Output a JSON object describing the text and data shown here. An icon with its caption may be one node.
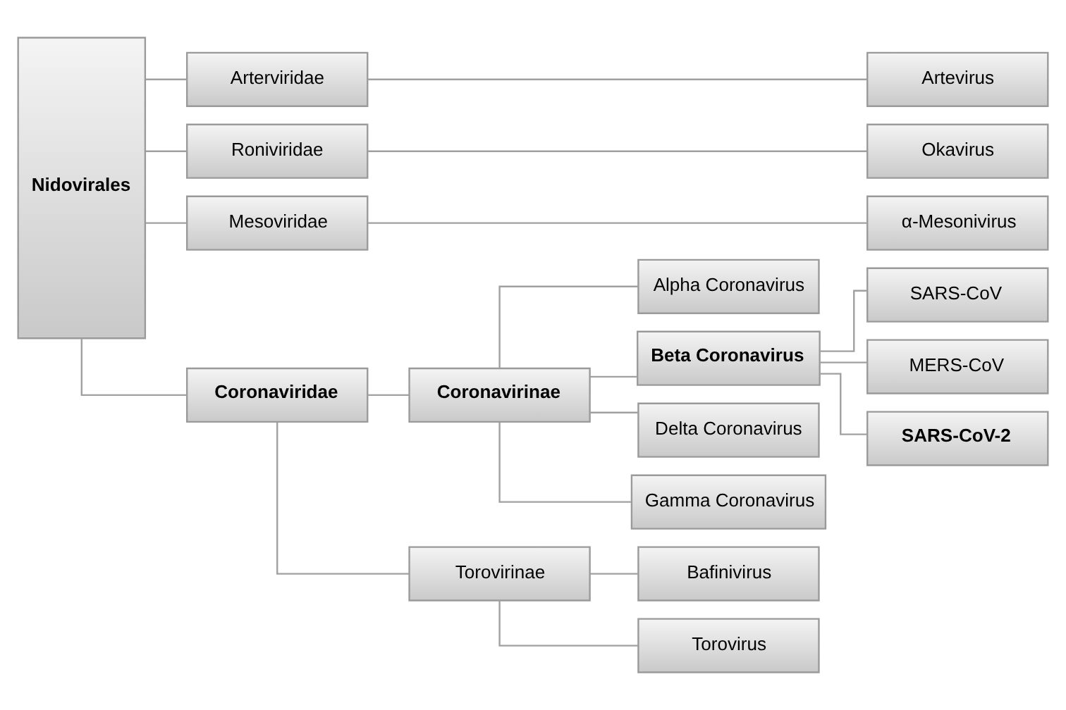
{
  "diagram": {
    "nodes": [
      {
        "text": [
          "Nidovirales"
        ]
      },
      {
        "text": [
          "Arterviridae"
        ]
      },
      {
        "text": [
          "Roniviridae"
        ]
      },
      {
        "text": [
          "Mesoviridae"
        ]
      },
      {
        "text": [
          "Coronaviridae"
        ]
      },
      {
        "text": [
          "Artevirus"
        ]
      },
      {
        "text": [
          "Okavirus"
        ]
      },
      {
        "text": [
          "α-Mesonivirus"
        ]
      },
      {
        "text": [
          "Coronavirinae"
        ]
      },
      {
        "text": [
          "Torovirinae"
        ]
      },
      {
        "text": [
          "Alpha Coronavirus"
        ]
      },
      {
        "text": [
          "Beta Coronavirus"
        ]
      },
      {
        "text": [
          "Delta Coronavirus"
        ]
      },
      {
        "text": [
          "Gamma Coronavirus"
        ]
      },
      {
        "text": [
          "SARS-CoV"
        ]
      },
      {
        "text": [
          "MERS-CoV"
        ]
      },
      {
        "text": [
          "SARS-CoV-2"
        ]
      },
      {
        "text": [
          "Bafinivirus"
        ]
      },
      {
        "text": [
          "Torovirus"
        ]
      }
    ],
    "edges": [
      {
        "from": 0,
        "to": 1,
        "arrow": "none"
      },
      {
        "from": 0,
        "to": 2,
        "arrow": "none"
      },
      {
        "from": 0,
        "to": 3,
        "arrow": "none"
      },
      {
        "from": 0,
        "to": 4,
        "arrow": "none"
      },
      {
        "from": 1,
        "to": 5,
        "arrow": "none"
      },
      {
        "from": 2,
        "to": 6,
        "arrow": "none"
      },
      {
        "from": 3,
        "to": 7,
        "arrow": "none"
      },
      {
        "from": 4,
        "to": 8,
        "arrow": "none"
      },
      {
        "from": 4,
        "to": 9,
        "arrow": "none"
      },
      {
        "from": 8,
        "to": 10,
        "arrow": "none"
      },
      {
        "from": 8,
        "to": 11,
        "arrow": "none"
      },
      {
        "from": 8,
        "to": 12,
        "arrow": "none"
      },
      {
        "from": 8,
        "to": 13,
        "arrow": "none"
      },
      {
        "from": 11,
        "to": 14,
        "arrow": "none"
      },
      {
        "from": 11,
        "to": 15,
        "arrow": "none"
      },
      {
        "from": 11,
        "to": 16,
        "arrow": "none"
      },
      {
        "from": 9,
        "to": 17,
        "arrow": "none"
      },
      {
        "from": 9,
        "to": 18,
        "arrow": "none"
      }
    ]
  }
}
